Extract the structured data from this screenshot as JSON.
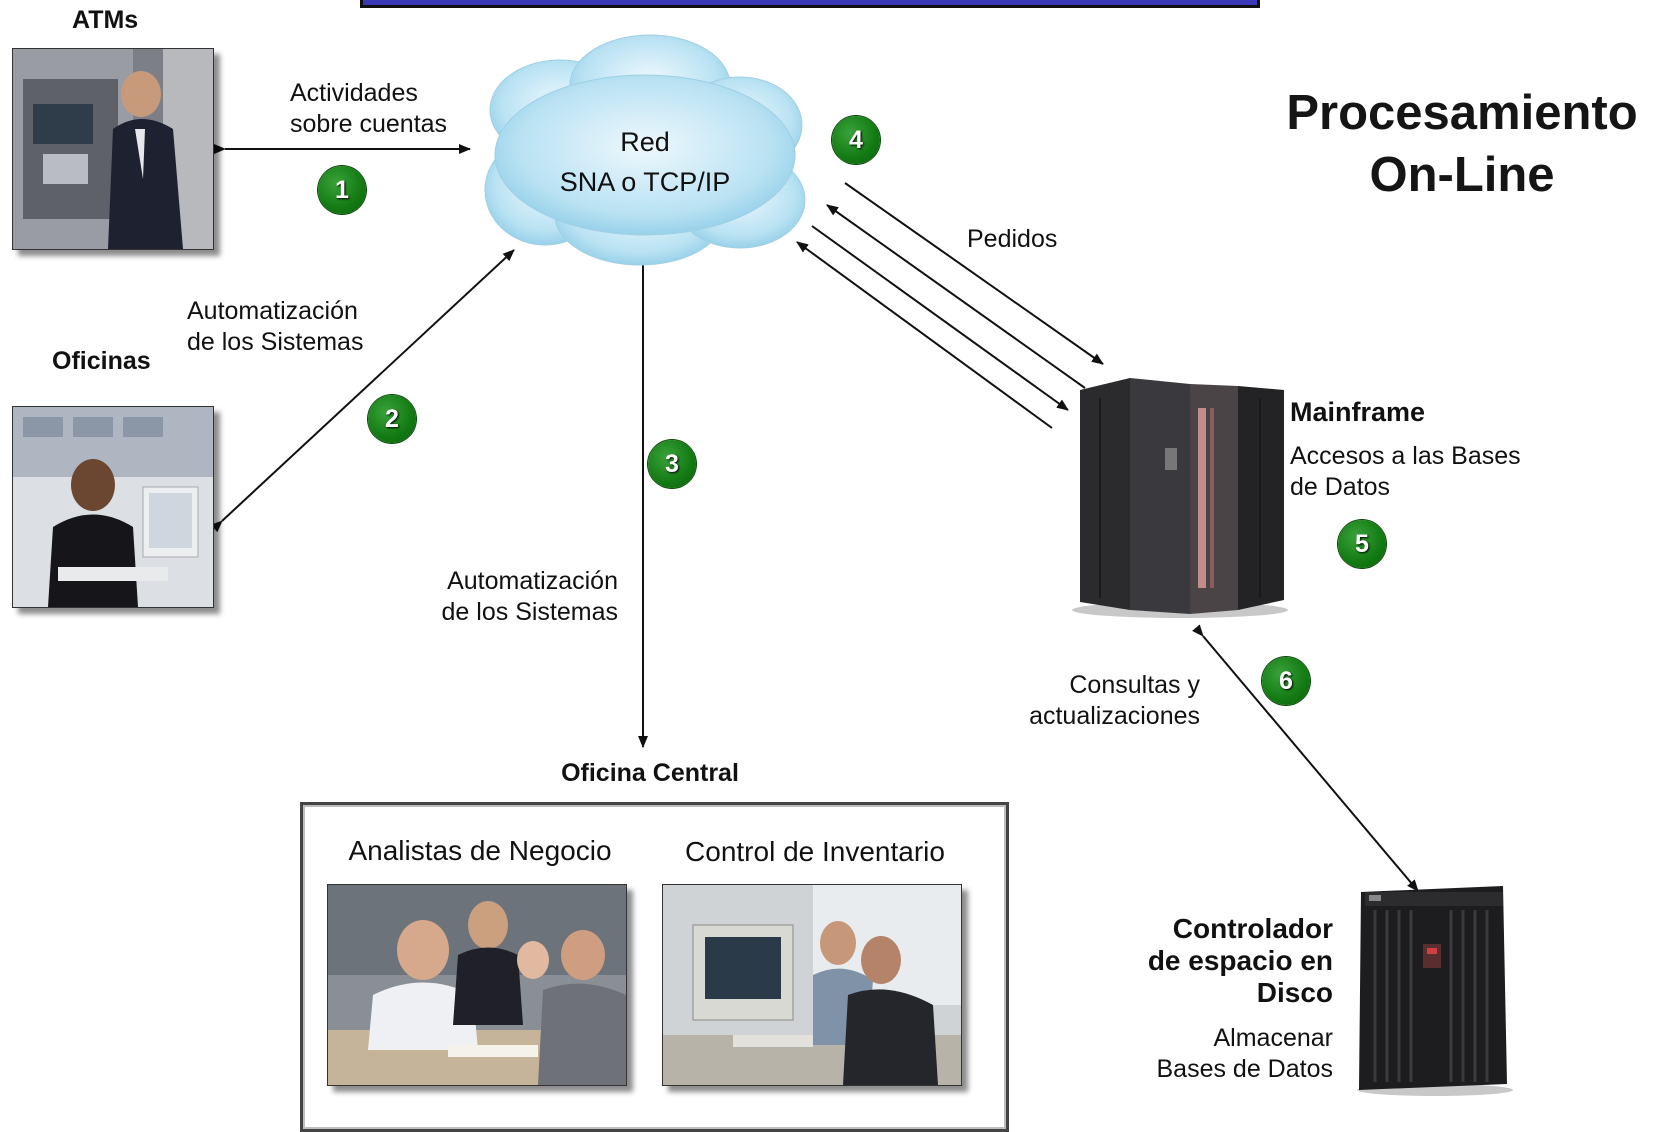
{
  "title_bar": {
    "color": "#3a39b8"
  },
  "diagram_title": {
    "line1": "Procesamiento",
    "line2": "On-Line"
  },
  "network": {
    "line1": "Red",
    "line2": "SNA o TCP/IP",
    "icon": "cloud-icon"
  },
  "atms": {
    "label": "ATMs",
    "image": "atm-user-photo",
    "link_label_line1": "Actividades",
    "link_label_line2": "sobre cuentas",
    "step": "1"
  },
  "oficinas": {
    "label": "Oficinas",
    "image": "office-worker-photo",
    "link_label_line1": "Automatización",
    "link_label_line2": "de los Sistemas",
    "step": "2"
  },
  "oficina_central": {
    "label": "Oficina Central",
    "link_label_line1": "Automatización",
    "link_label_line2": "de los Sistemas",
    "step": "3",
    "panels": [
      {
        "caption": "Analistas de Negocio",
        "image": "business-meeting-photo"
      },
      {
        "caption": "Control de Inventario",
        "image": "inventory-workstation-photo"
      }
    ]
  },
  "mainframe": {
    "link_label": "Pedidos",
    "step_link": "4",
    "label": "Mainframe",
    "desc_line1": "Accesos a las Bases",
    "desc_line2": "de Datos",
    "step": "5",
    "image": "mainframe-server-icon"
  },
  "disk": {
    "link_label_line1": "Consultas y",
    "link_label_line2": "actualizaciones",
    "step": "6",
    "label_line1": "Controlador",
    "label_line2": "de espacio en",
    "label_line3": "Disco",
    "desc_line1": "Almacenar",
    "desc_line2": "Bases de Datos",
    "image": "disk-storage-icon"
  },
  "colors": {
    "badge": "#137a13",
    "arrows": "#111111"
  }
}
